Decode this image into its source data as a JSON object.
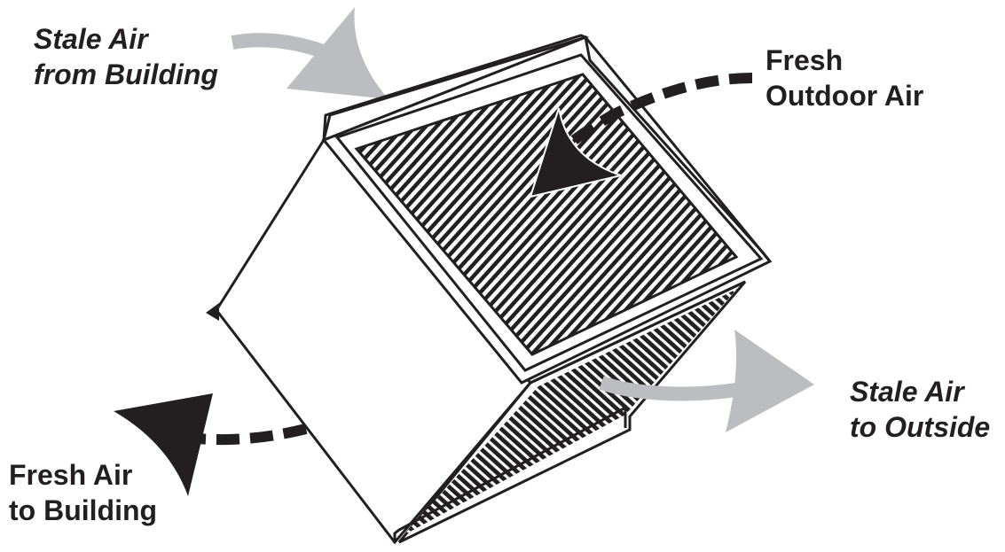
{
  "labels": {
    "stale_in": {
      "line1": "Stale Air",
      "line2": "from Building"
    },
    "fresh_in": {
      "line1": "Fresh",
      "line2": "Outdoor Air"
    },
    "stale_out": {
      "line1": "Stale Air",
      "line2": "to Outside"
    },
    "fresh_out": {
      "line1": "Fresh Air",
      "line2": "to Building"
    }
  },
  "colors": {
    "outline": "#231f20",
    "stale_arrow": "#bcbdc0",
    "fresh_arrow": "#231f20",
    "background": "#ffffff"
  }
}
